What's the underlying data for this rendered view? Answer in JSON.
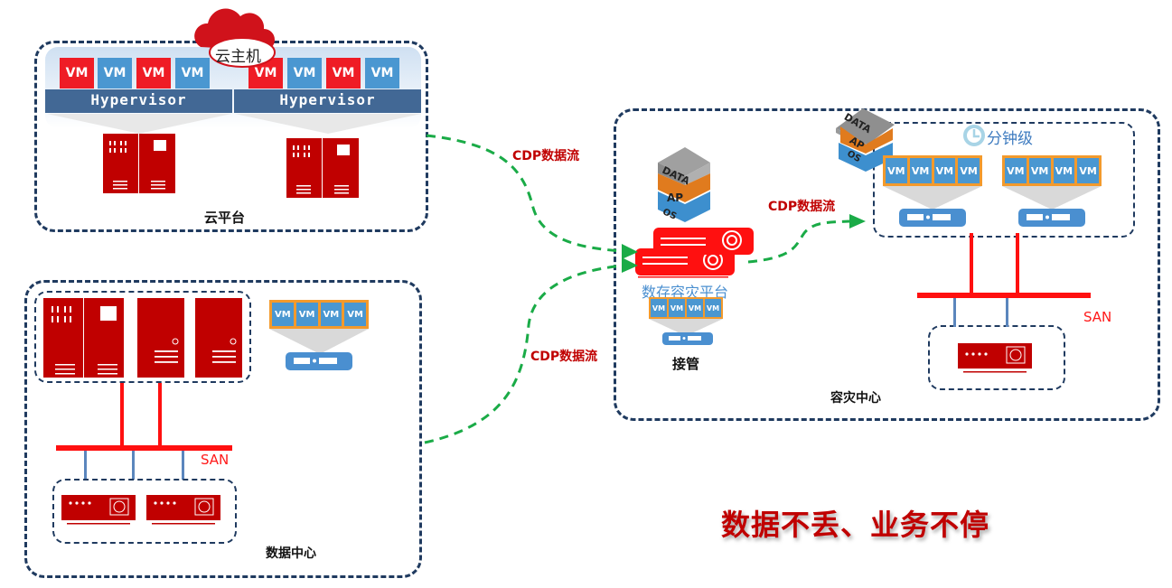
{
  "cloud_platform": {
    "title": "云平台",
    "cloud_host_badge": "云主机",
    "hypervisors": [
      {
        "label": "Hypervisor",
        "vms": [
          {
            "label": "VM",
            "color": "red"
          },
          {
            "label": "VM",
            "color": "blue"
          },
          {
            "label": "VM",
            "color": "red"
          },
          {
            "label": "VM",
            "color": "blue"
          }
        ]
      },
      {
        "label": "Hypervisor",
        "vms": [
          {
            "label": "VM",
            "color": "red"
          },
          {
            "label": "VM",
            "color": "blue"
          },
          {
            "label": "VM",
            "color": "red"
          },
          {
            "label": "VM",
            "color": "blue"
          }
        ]
      }
    ]
  },
  "data_center": {
    "title": "数据中心",
    "san_label": "SAN",
    "vm_strip": [
      "VM",
      "VM",
      "VM",
      "VM"
    ]
  },
  "flows": {
    "cloud_to_platform": "CDP数据流",
    "dc_to_platform": "CDP数据流",
    "platform_to_dr": "CDP数据流"
  },
  "dr_platform": {
    "stack_labels": [
      "DATA",
      "AP",
      "OS"
    ],
    "name": "数存容灾平台",
    "vm_strip": [
      "VM",
      "VM",
      "VM",
      "VM"
    ],
    "takeover_label": "接管"
  },
  "dr_center": {
    "title": "容灾中心",
    "rto_label": "分钟级",
    "stack_labels": [
      "DATA",
      "AP",
      "OS"
    ],
    "vm_strips": [
      [
        "VM",
        "VM",
        "VM",
        "VM"
      ],
      [
        "VM",
        "VM",
        "VM",
        "VM"
      ]
    ],
    "san_label": "SAN"
  },
  "slogan": "数据不丢、业务不停",
  "colors": {
    "vm_red": "#ef1c25",
    "vm_blue": "#4a97d1",
    "server_red": "#c00000",
    "dashed_border": "#1f3a5f",
    "flow_green": "#1aab47",
    "san_red": "#ff1010",
    "strip_orange": "#f39a2c"
  }
}
